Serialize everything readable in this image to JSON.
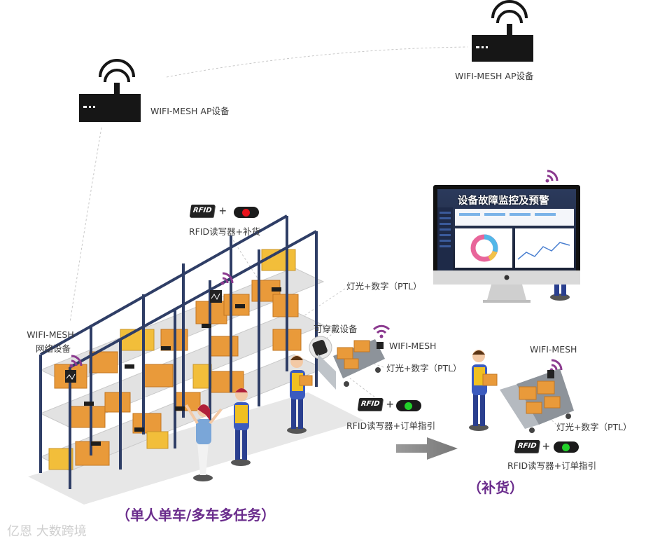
{
  "labels": {
    "ap_top_right": "WIFI-MESH AP设备",
    "ap_left": "WIFI-MESH AP设备",
    "mesh_net": [
      "WIFI-MESH",
      "网络设备"
    ],
    "rfid_restock_top": "RFID读写器+补货",
    "ptl_top": "灯光+数字（PTL）",
    "wearable": "可穿戴设备",
    "mesh_cart": "WIFI-MESH",
    "ptl_cart": "灯光+数字（PTL）",
    "rfid_order_cart": "RFID读写器+订单指引",
    "mesh_right": "WIFI-MESH",
    "ptl_right": "灯光+数字（PTL）",
    "rfid_order_right": "RFID读写器+订单指引",
    "caption_left": "（单人单车/多车多任务）",
    "caption_right": "（补货）",
    "screen_title": "设备故障监控及预警",
    "rfid_tag": "RFID",
    "plus": "+",
    "watermark": "亿恩 大数跨境"
  },
  "colors": {
    "red_indicator": "#e8121b",
    "green_indicator": "#22d12a",
    "wifi_signal": "#8b3a8f",
    "caption": "#6a2c8c",
    "box": "#e99a3a",
    "rack": "#2f3e66",
    "worker_shirt": "#3b5bbf",
    "worker_vest": "#f0c020"
  }
}
